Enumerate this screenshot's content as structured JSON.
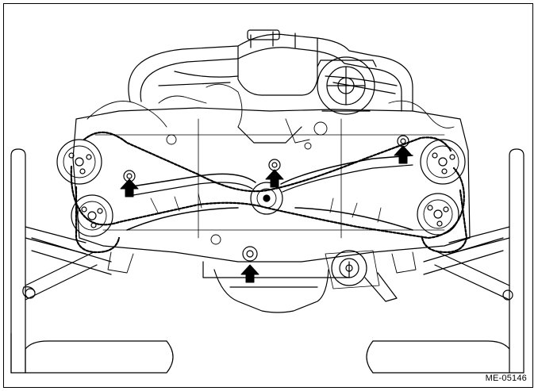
{
  "figure": {
    "reference_code": "ME-05146",
    "line_color": "#000000",
    "background_color": "#ffffff",
    "subject": "engine-front-view-timing-chains",
    "callouts": [
      {
        "name": "arrow-left-tensioner-bolt",
        "icon": "up-arrow-icon"
      },
      {
        "name": "arrow-center-upper-bolt",
        "icon": "up-arrow-icon"
      },
      {
        "name": "arrow-right-upper-bolt",
        "icon": "up-arrow-icon"
      },
      {
        "name": "arrow-center-lower-bolt",
        "icon": "up-arrow-icon"
      }
    ]
  }
}
